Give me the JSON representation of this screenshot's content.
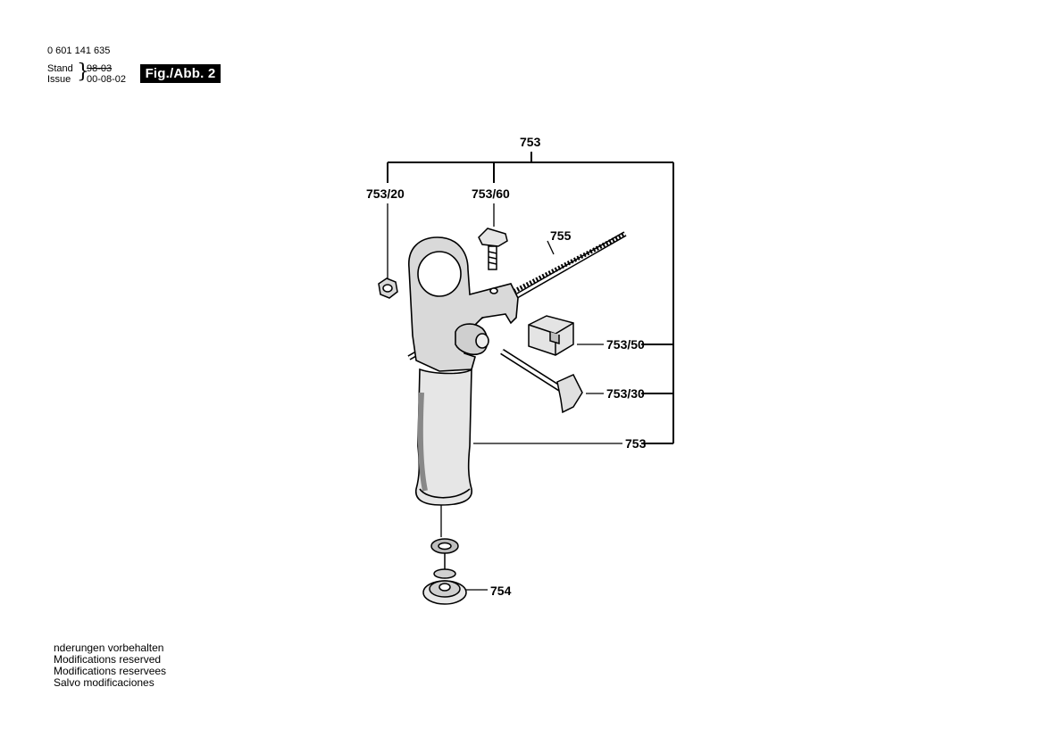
{
  "header": {
    "part_number": "0 601 141 635",
    "stand_label": "Stand",
    "stand_date": "98-03",
    "issue_label": "Issue",
    "issue_date": "00-08-02",
    "figure_badge": "Fig./Abb. 2"
  },
  "callouts": {
    "c753_top": "753",
    "c753_20": "753/20",
    "c753_60": "753/60",
    "c755": "755",
    "c753_50": "753/50",
    "c753_30": "753/30",
    "c753_handle": "753",
    "c754": "754"
  },
  "footer": {
    "lines": [
      "nderungen vorbehalten",
      "Modifications reserved",
      "Modifications reservees",
      "Salvo modificaciones"
    ]
  }
}
